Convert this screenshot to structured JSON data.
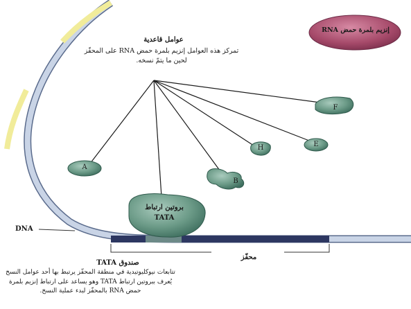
{
  "general_factors": {
    "title": "عوامل قاعدية",
    "description": "تمركز هذه العوامل إنزيم بلمرة حمض RNA على المحفّز لحين ما يتمّ نسخه."
  },
  "rna_polymerase": {
    "label": "إنزيم بلمرة حمض RNA"
  },
  "factors": [
    "A",
    "B",
    "H",
    "E",
    "F"
  ],
  "tbp": {
    "label_line1": "بروتين ارتباط",
    "label_line2": "TATA"
  },
  "dna_label": "DNA",
  "promoter_label": "محفّز",
  "tata_box": {
    "label": "صندوق TATA",
    "description": "تتابعات نيوكليوتيدية في منطقة المحفّز يرتبط بها أحد عوامل النسخ يُعرف ببروتين ارتباط TATA وهو يساعد على ارتباط إنزيم بلمرة حمض RNA بالمحفّز لبدء عملية النسخ."
  },
  "colors": {
    "factor_fill": "#6b9a87",
    "factor_stroke": "#2f5a4c",
    "rna_pol_fill": "#a64a6a",
    "dna_strand": "#c9d4e6",
    "dna_highlight": "#f1ec9a",
    "promoter_dark": "#2d3761",
    "tata_box": "#6d8a88"
  }
}
